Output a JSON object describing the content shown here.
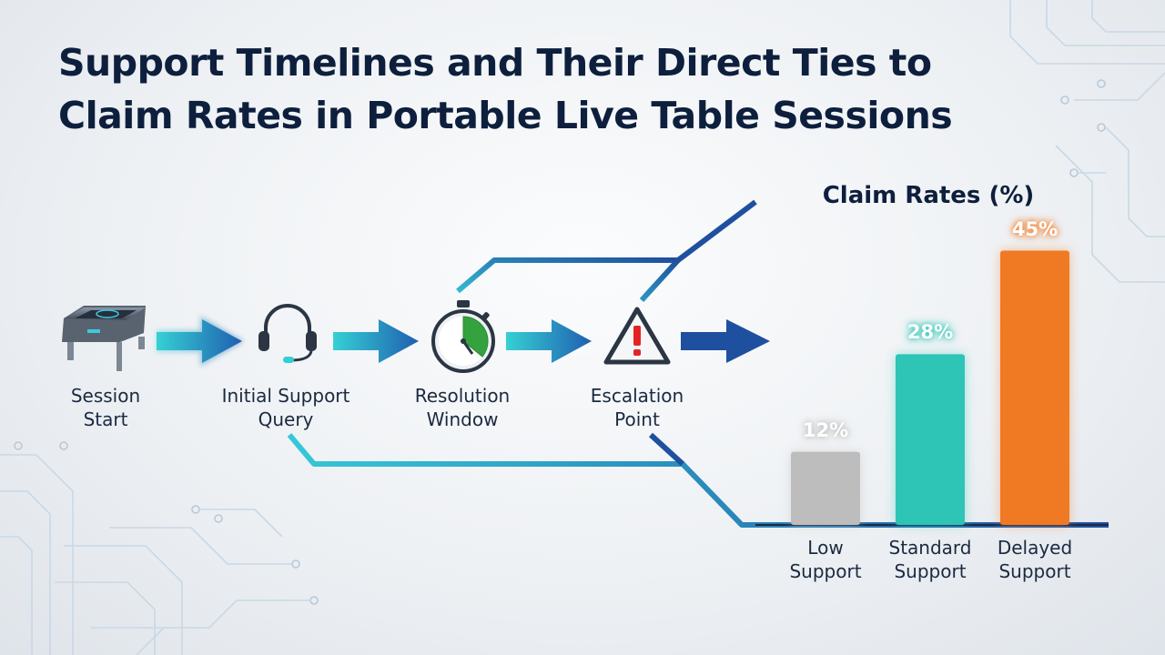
{
  "title_line1": "Support Timelines and Their Direct Ties to",
  "title_line2": "Claim Rates in Portable Live Table Sessions",
  "flow": {
    "steps": [
      {
        "icon": "portable-table-icon",
        "line1": "Session",
        "line2": "Start"
      },
      {
        "icon": "headset-icon",
        "line1": "Initial Support",
        "line2": "Query"
      },
      {
        "icon": "stopwatch-icon",
        "line1": "Resolution",
        "line2": "Window"
      },
      {
        "icon": "warning-icon",
        "line1": "Escalation",
        "line2": "Point"
      }
    ]
  },
  "chart_data": {
    "type": "bar",
    "title": "Claim Rates (%)",
    "categories": [
      "Low Support",
      "Standard Support",
      "Delayed Support"
    ],
    "category_lines": [
      [
        "Low",
        "Support"
      ],
      [
        "Standard",
        "Support"
      ],
      [
        "Delayed",
        "Support"
      ]
    ],
    "values": [
      12,
      28,
      45
    ],
    "value_labels": [
      "12%",
      "28%",
      "45%"
    ],
    "colors": [
      "#bdbdbd",
      "#2ec4b6",
      "#f07a24"
    ],
    "ylim": [
      0,
      50
    ],
    "grid": false
  },
  "colors": {
    "title": "#0d1f3d",
    "teal": "#2fc6cf",
    "navy": "#1b4a9c"
  }
}
